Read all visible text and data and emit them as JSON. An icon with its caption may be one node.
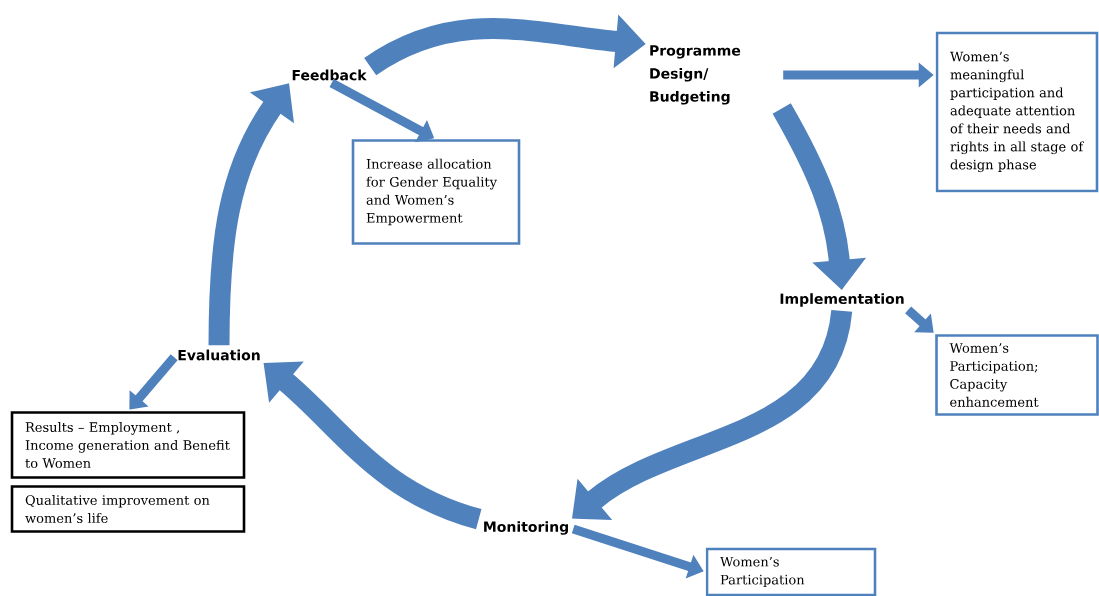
{
  "diagram": {
    "nodes": [
      {
        "text": [
          "Feedback"
        ]
      },
      {
        "text": [
          "Programme Design/ Budgeting"
        ]
      },
      {
        "text": [
          "Women’s meaningful participation and adequate attention of their needs and rights in all stage of design phase"
        ]
      },
      {
        "text": [
          "Increase allocation for Gender Equality and Women’s Empowerment"
        ]
      },
      {
        "text": [
          "Implementation"
        ]
      },
      {
        "text": [
          "Women’s Participation; Capacity enhancement"
        ]
      },
      {
        "text": [
          "Evaluation"
        ]
      },
      {
        "text": [
          "Results – Employment , Income generation and Benefit to Women"
        ]
      },
      {
        "text": [
          "Qualitative improvement on women’s life"
        ]
      },
      {
        "text": [
          "Monitoring"
        ]
      },
      {
        "text": [
          "Women’s Participation"
        ]
      }
    ],
    "edges": [
      {
        "from": 0,
        "to": 1,
        "arrow": "to",
        "style": "thick"
      },
      {
        "from": 1,
        "to": 4,
        "arrow": "to",
        "style": "thick"
      },
      {
        "from": 4,
        "to": 9,
        "arrow": "to",
        "style": "thick"
      },
      {
        "from": 9,
        "to": 6,
        "arrow": "to",
        "style": "thick"
      },
      {
        "from": 6,
        "to": 0,
        "arrow": "to",
        "style": "thick"
      },
      {
        "from": 0,
        "to": 3,
        "arrow": "to"
      },
      {
        "from": 1,
        "to": 2,
        "arrow": "to"
      },
      {
        "from": 4,
        "to": 5,
        "arrow": "to"
      },
      {
        "from": 6,
        "to": 7,
        "arrow": "to"
      },
      {
        "from": 9,
        "to": 10,
        "arrow": "to"
      }
    ]
  }
}
